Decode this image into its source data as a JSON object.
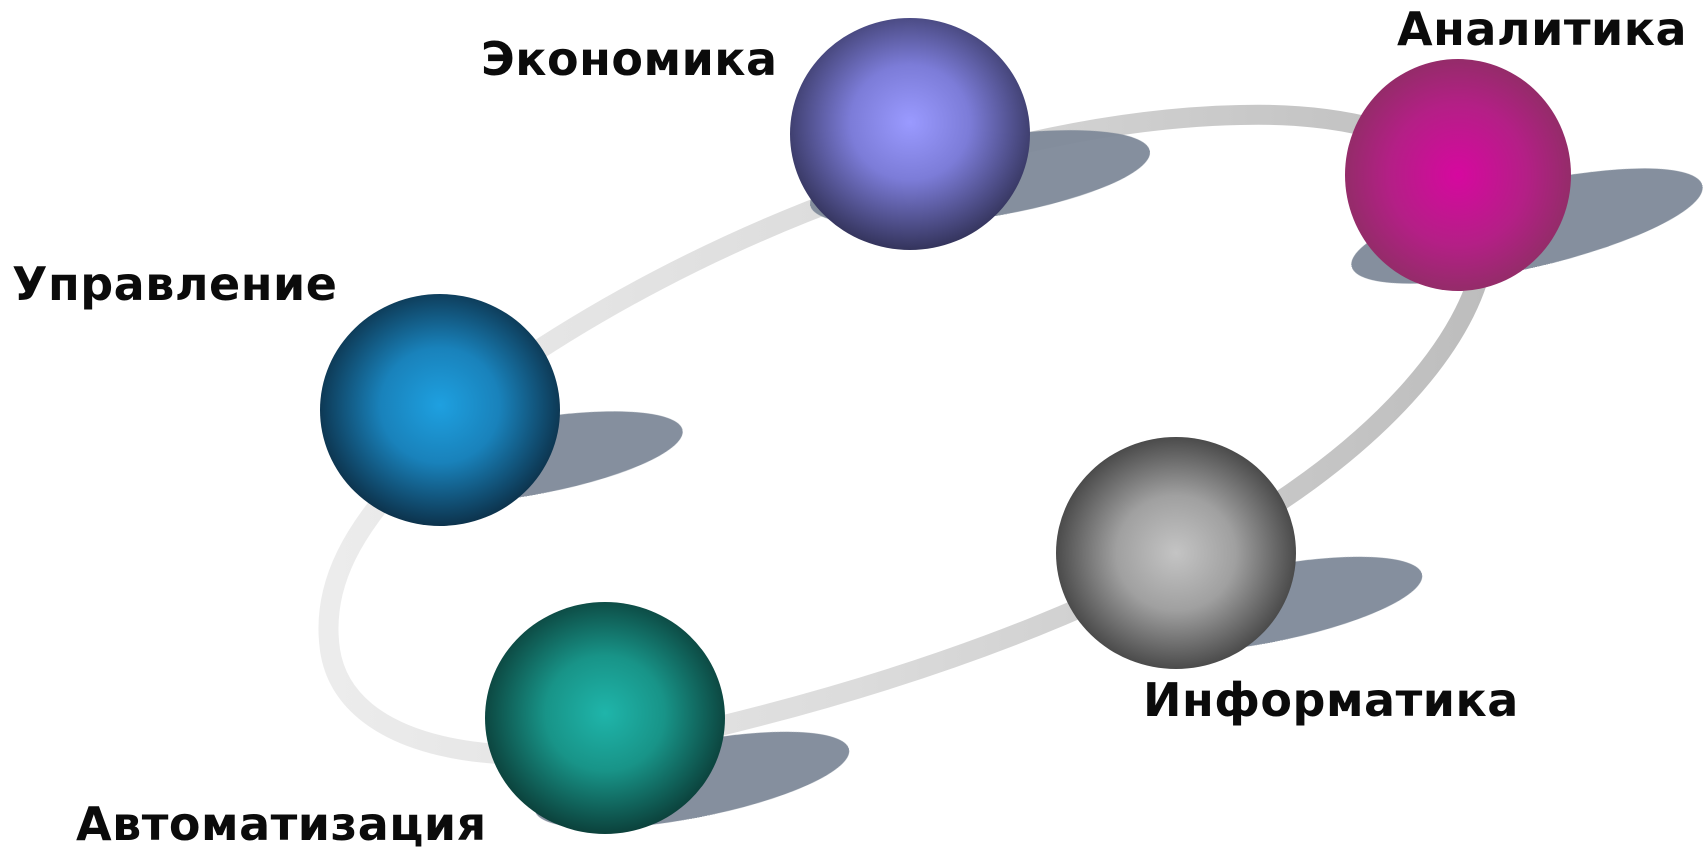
{
  "nodes": [
    {
      "id": "economics",
      "label": "Экономика",
      "color_light": "#9a9aff",
      "color_dark": "#3a3a66"
    },
    {
      "id": "analytics",
      "label": "Аналитика",
      "color_light": "#d6089f",
      "color_dark": "#963068"
    },
    {
      "id": "management",
      "label": "Управление",
      "color_light": "#1ea0e0",
      "color_dark": "#0d3048"
    },
    {
      "id": "informatics",
      "label": "Информатика",
      "color_light": "#bdbdbd",
      "color_dark": "#404040"
    },
    {
      "id": "automation",
      "label": "Автоматизация",
      "color_light": "#1fb5aa",
      "color_dark": "#0b3c37"
    }
  ],
  "colors": {
    "ring": "#c6c6c6",
    "shadow": "#7f8a99",
    "text": "#0b0b0b",
    "background": "#ffffff"
  }
}
